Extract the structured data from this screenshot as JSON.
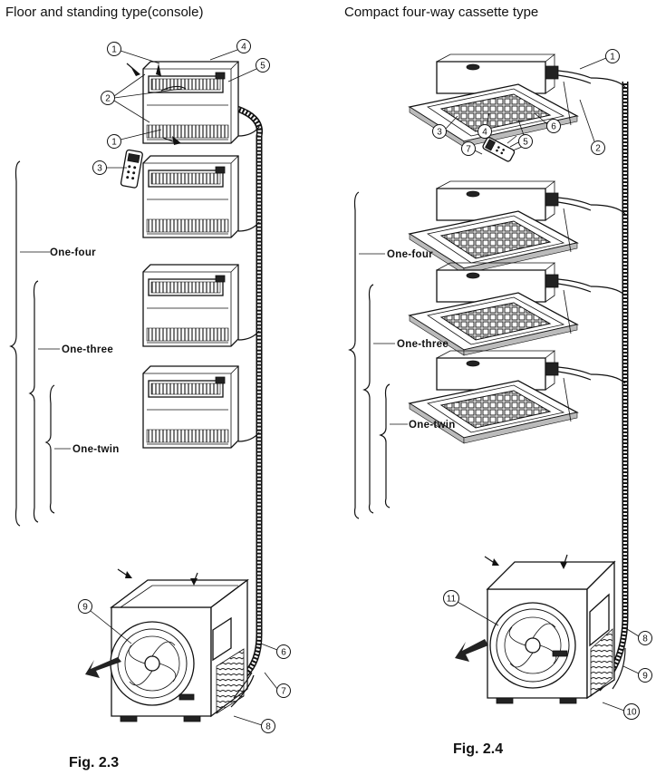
{
  "left_title": "Floor and standing type(console)",
  "right_title": "Compact four-way cassette type",
  "left_caption": "Fig. 2.3",
  "right_caption": "Fig. 2.4",
  "left_groups": {
    "four": "One-four",
    "three": "One-three",
    "twin": "One-twin"
  },
  "right_groups": {
    "four": "One-four",
    "three": "One-three",
    "twin": "One-twin"
  },
  "left_callouts": [
    "1",
    "4",
    "5",
    "2",
    "1",
    "3",
    "9",
    "6",
    "7",
    "8"
  ],
  "right_callouts": [
    "1",
    "2",
    "3",
    "4",
    "5",
    "6",
    "7",
    "11",
    "8",
    "9",
    "10"
  ]
}
